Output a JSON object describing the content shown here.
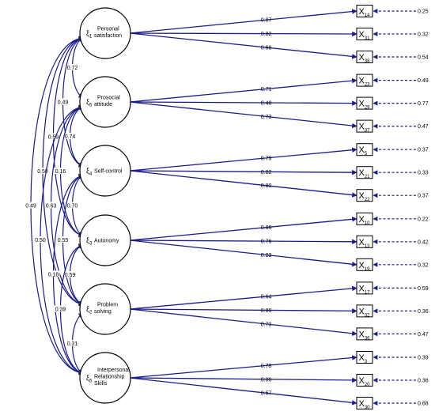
{
  "colors": {
    "arrow": "#1a1a8c",
    "line": "#000000",
    "background": "#ffffff"
  },
  "latents": [
    {
      "symbol": "ξ",
      "sub": "1",
      "lines": [
        "Personal",
        "satisfaction"
      ]
    },
    {
      "symbol": "ξ",
      "sub": "5",
      "lines": [
        "Prosocial",
        "attitude"
      ]
    },
    {
      "symbol": "ξ",
      "sub": "4",
      "lines": [
        "Self-control"
      ]
    },
    {
      "symbol": "ξ",
      "sub": "3",
      "lines": [
        "Autonomy"
      ]
    },
    {
      "symbol": "ξ",
      "sub": "2",
      "lines": [
        "Problem",
        "solving"
      ]
    },
    {
      "symbol": "ξ",
      "sub": "5",
      "lines": [
        "Interpersonal",
        "Relationship",
        "Skills"
      ]
    }
  ],
  "indicators": [
    {
      "label": "X",
      "sub": "14",
      "loading": "0.87",
      "error": "0.25"
    },
    {
      "label": "X",
      "sub": "31",
      "loading": "0.82",
      "error": "0.32"
    },
    {
      "label": "X",
      "sub": "38",
      "loading": "0.68",
      "error": "0.54"
    },
    {
      "label": "X",
      "sub": "23",
      "loading": "0.71",
      "error": "0.49"
    },
    {
      "label": "X",
      "sub": "29",
      "loading": "0.48",
      "error": "0.77"
    },
    {
      "label": "X",
      "sub": "37",
      "loading": "0.73",
      "error": "0.47"
    },
    {
      "label": "X",
      "sub": "5",
      "loading": "0.79",
      "error": "0.37"
    },
    {
      "label": "X",
      "sub": "21",
      "loading": "0.82",
      "error": "0.33"
    },
    {
      "label": "X",
      "sub": "22",
      "loading": "0.80",
      "error": "0.37"
    },
    {
      "label": "X",
      "sub": "10",
      "loading": "0.88",
      "error": "0.22"
    },
    {
      "label": "X",
      "sub": "13",
      "loading": "0.76",
      "error": "0.42"
    },
    {
      "label": "X",
      "sub": "19",
      "loading": "0.83",
      "error": "0.32"
    },
    {
      "label": "X",
      "sub": "17",
      "loading": "0.64",
      "error": "0.59"
    },
    {
      "label": "X",
      "sub": "32",
      "loading": "0.80",
      "error": "0.36"
    },
    {
      "label": "X",
      "sub": "36",
      "loading": "0.73",
      "error": "0.47"
    },
    {
      "label": "X",
      "sub": "3",
      "loading": "0.78",
      "error": "0.39"
    },
    {
      "label": "X",
      "sub": "20",
      "loading": "0.80",
      "error": "0.36"
    },
    {
      "label": "X",
      "sub": "30",
      "loading": "0.57",
      "error": "0.68"
    }
  ],
  "covariances": [
    {
      "from": 0,
      "to": 1,
      "value": "0.72"
    },
    {
      "from": 0,
      "to": 2,
      "value": "0.49"
    },
    {
      "from": 1,
      "to": 2,
      "value": "0.74"
    },
    {
      "from": 0,
      "to": 3,
      "value": "0.59"
    },
    {
      "from": 1,
      "to": 3,
      "value": "0.16"
    },
    {
      "from": 2,
      "to": 3,
      "value": "0.70"
    },
    {
      "from": 0,
      "to": 4,
      "value": "0.50"
    },
    {
      "from": 1,
      "to": 4,
      "value": "0.63"
    },
    {
      "from": 2,
      "to": 4,
      "value": "0.55"
    },
    {
      "from": 3,
      "to": 4,
      "value": "0.59"
    },
    {
      "from": 0,
      "to": 5,
      "value": "0.49"
    },
    {
      "from": 1,
      "to": 5,
      "value": "0.50"
    },
    {
      "from": 2,
      "to": 5,
      "value": "0.18"
    },
    {
      "from": 3,
      "to": 5,
      "value": "0.39"
    },
    {
      "from": 4,
      "to": 5,
      "value": "0.21"
    }
  ]
}
